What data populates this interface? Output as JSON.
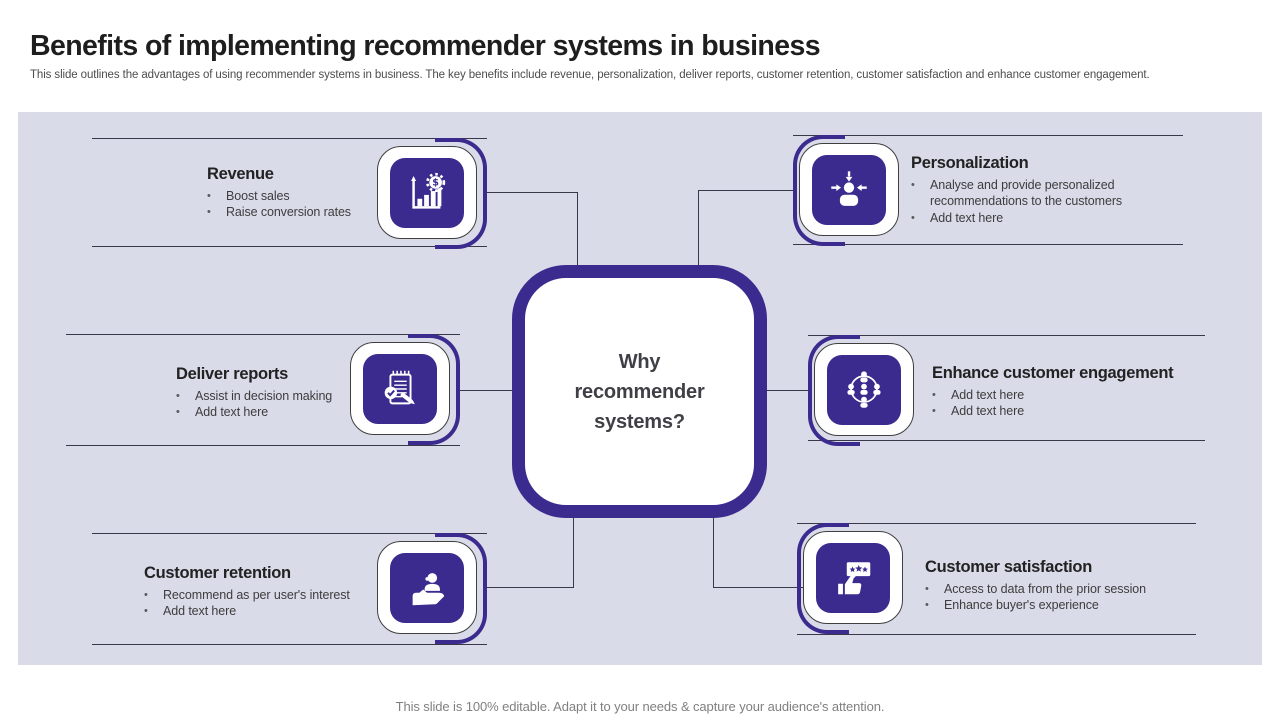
{
  "slide": {
    "title": "Benefits of implementing recommender systems in business",
    "subtitle": "This slide outlines the advantages of using recommender systems in business. The key benefits include revenue, personalization, deliver reports, customer retention, customer satisfaction and enhance customer engagement.",
    "footer": "This slide is 100% editable. Adapt it to your needs & capture your audience's attention.",
    "center_label": "Why recommender systems?",
    "bullet_char": "•",
    "colors": {
      "purple": "#3b2b8e",
      "panel_bg": "#d9dbe9",
      "line": "#38384a"
    },
    "benefits": [
      {
        "title": "Revenue",
        "icon": "revenue-growth-icon",
        "bullets": [
          "Boost sales",
          "Raise conversion rates"
        ]
      },
      {
        "title": "Personalization",
        "icon": "personalization-target-user-icon",
        "bullets": [
          "Analyse and provide personalized recommendations to the customers",
          "Add text here"
        ]
      },
      {
        "title": "Deliver reports",
        "icon": "report-checklist-pen-icon",
        "bullets": [
          "Assist in decision making",
          "Add text here"
        ]
      },
      {
        "title": "Enhance customer engagement",
        "icon": "people-network-icon",
        "bullets": [
          "Add text here",
          "Add text here"
        ]
      },
      {
        "title": "Customer retention",
        "icon": "hand-holding-customer-icon",
        "bullets": [
          "Recommend as per user's interest",
          "Add text here"
        ]
      },
      {
        "title": "Customer satisfaction",
        "icon": "thumbs-up-review-stars-icon",
        "bullets": [
          "Access to data from the prior session",
          "Enhance buyer's experience"
        ]
      }
    ]
  }
}
